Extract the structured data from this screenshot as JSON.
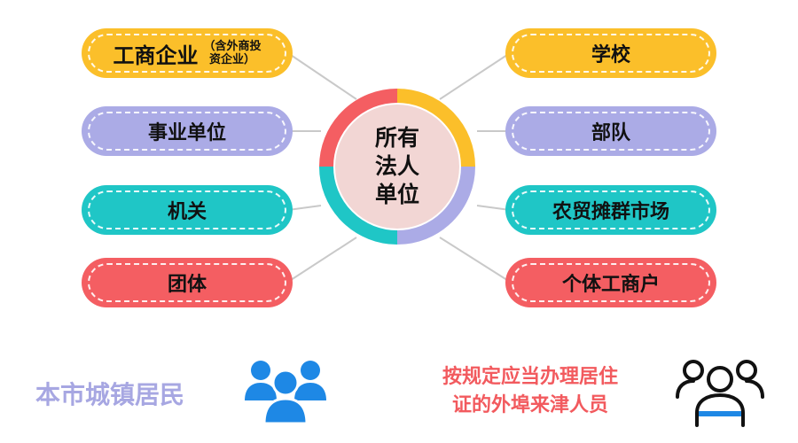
{
  "center": {
    "lines": [
      "所有",
      "法人",
      "单位"
    ]
  },
  "left_nodes": [
    {
      "label": "工商企业",
      "sub": [
        "（含外商投",
        "资企业）"
      ],
      "color": "#fbbf2a"
    },
    {
      "label": "事业单位",
      "color": "#ababe6"
    },
    {
      "label": "机关",
      "color": "#1fc6c6"
    },
    {
      "label": "团体",
      "color": "#f45e62"
    }
  ],
  "right_nodes": [
    {
      "label": "学校",
      "color": "#fbbf2a"
    },
    {
      "label": "部队",
      "color": "#ababe6"
    },
    {
      "label": "农贸摊群市场",
      "color": "#1fc6c6"
    },
    {
      "label": "个体工商户",
      "color": "#f45e62"
    }
  ],
  "bottom": {
    "local_residents": "本市城镇居民",
    "migrants_line1": "按规定应当办理居住",
    "migrants_line2": "证的外埠来津人员",
    "local_icon": "group-filled-icon",
    "migrants_icon": "group-outline-icon"
  },
  "colors": {
    "yellow": "#fbbf2a",
    "lavender": "#ababe6",
    "teal": "#1fc6c6",
    "coral": "#f45e62",
    "blue_icon": "#1e88e5"
  }
}
